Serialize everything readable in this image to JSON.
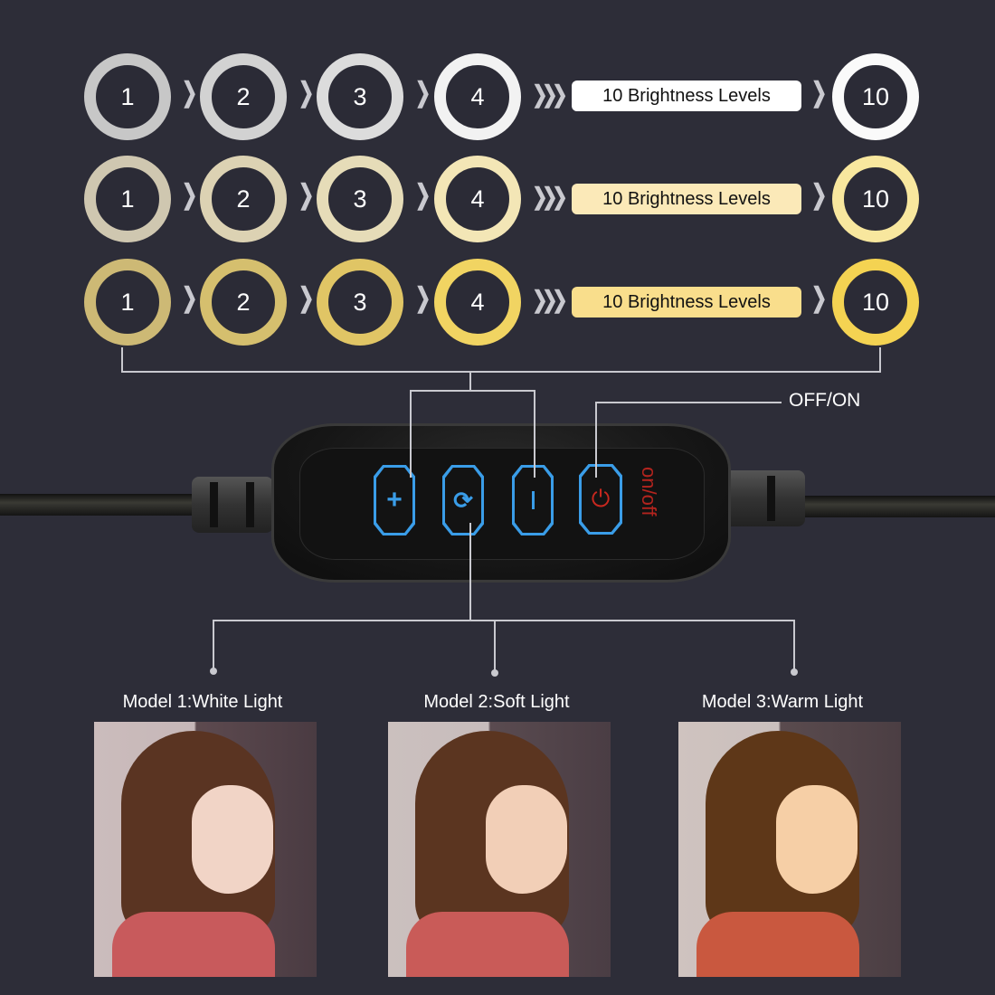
{
  "rows": [
    {
      "id": "white",
      "ring_colors": [
        "#c7c7c7",
        "#d2d2d2",
        "#dcdcdc",
        "#efefef",
        "#fafafa"
      ],
      "levels": [
        "1",
        "2",
        "3",
        "4"
      ],
      "pill_label": "10 Brightness Levels",
      "pill_color": "#ffffff",
      "final_level": "10"
    },
    {
      "id": "soft",
      "ring_colors": [
        "#cfc7b0",
        "#dcd2b3",
        "#e6dcb8",
        "#f3e6b6",
        "#f8e79e"
      ],
      "levels": [
        "1",
        "2",
        "3",
        "4"
      ],
      "pill_label": "10 Brightness Levels",
      "pill_color": "#fbe9b8",
      "final_level": "10"
    },
    {
      "id": "warm",
      "ring_colors": [
        "#cdb975",
        "#d5bf6e",
        "#e0c565",
        "#f1d462",
        "#f4d352"
      ],
      "levels": [
        "1",
        "2",
        "3",
        "4"
      ],
      "pill_label": "10 Brightness Levels",
      "pill_color": "#f9de8c",
      "final_level": "10"
    }
  ],
  "callouts": {
    "power_label": "OFF/ON"
  },
  "remote": {
    "buttons": [
      {
        "id": "plus",
        "glyph": "+"
      },
      {
        "id": "mode",
        "glyph": "⟳"
      },
      {
        "id": "minus",
        "glyph": "−"
      },
      {
        "id": "power",
        "glyph": "⏻"
      }
    ],
    "side_label": "on/off",
    "accent": "#3a9de8",
    "power_color": "#c9281f"
  },
  "models": [
    {
      "label": "Model 1:White Light",
      "tint": "white"
    },
    {
      "label": "Model 2:Soft Light",
      "tint": "soft"
    },
    {
      "label": "Model 3:Warm Light",
      "tint": "warm"
    }
  ]
}
